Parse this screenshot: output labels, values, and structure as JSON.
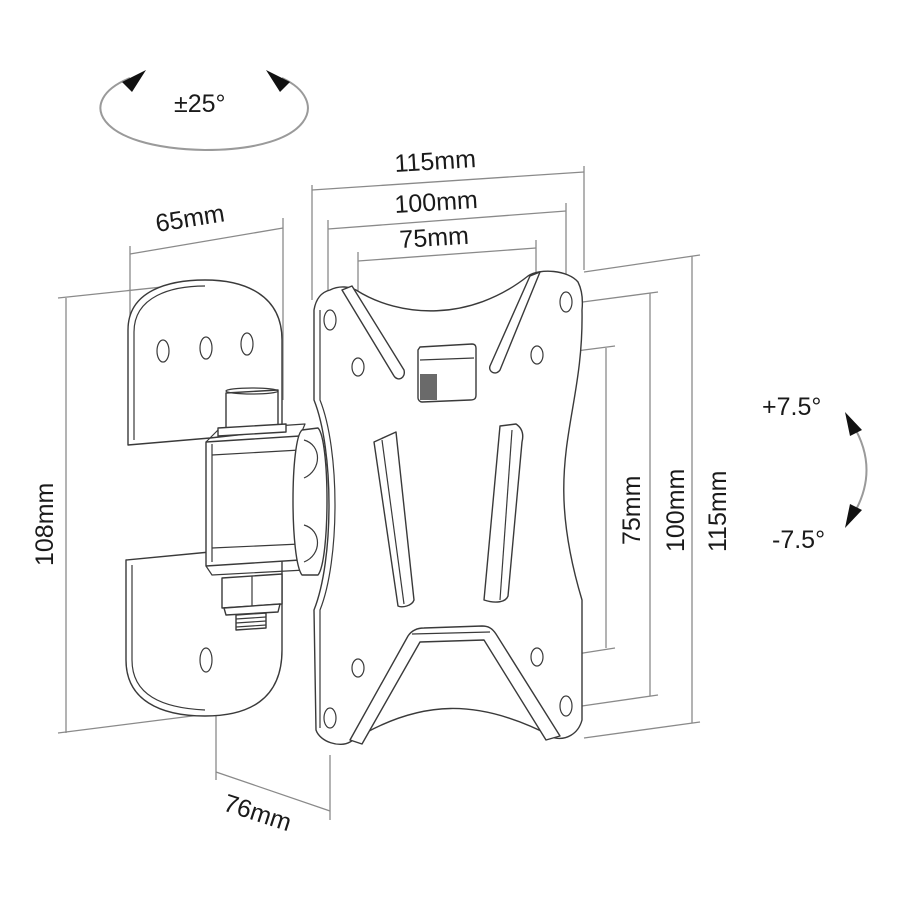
{
  "diagram": {
    "subject": "TV wall mount bracket, tilt and swivel",
    "rotation": {
      "swivel_label": "±25°",
      "tilt_up_label": "+7.5°",
      "tilt_down_label": "-7.5°"
    },
    "dimensions": {
      "plate_width_outer": "115mm",
      "plate_width_mid": "100mm",
      "plate_width_inner": "75mm",
      "plate_height_inner": "75mm",
      "plate_height_mid": "100mm",
      "plate_height_outer": "115mm",
      "wall_plate_width": "65mm",
      "wall_plate_height": "108mm",
      "depth": "76mm"
    },
    "colors": {
      "line": "#3a3a3a",
      "dimension_line": "#8a8a8a",
      "text": "#1a1a1a",
      "background": "#ffffff"
    }
  }
}
